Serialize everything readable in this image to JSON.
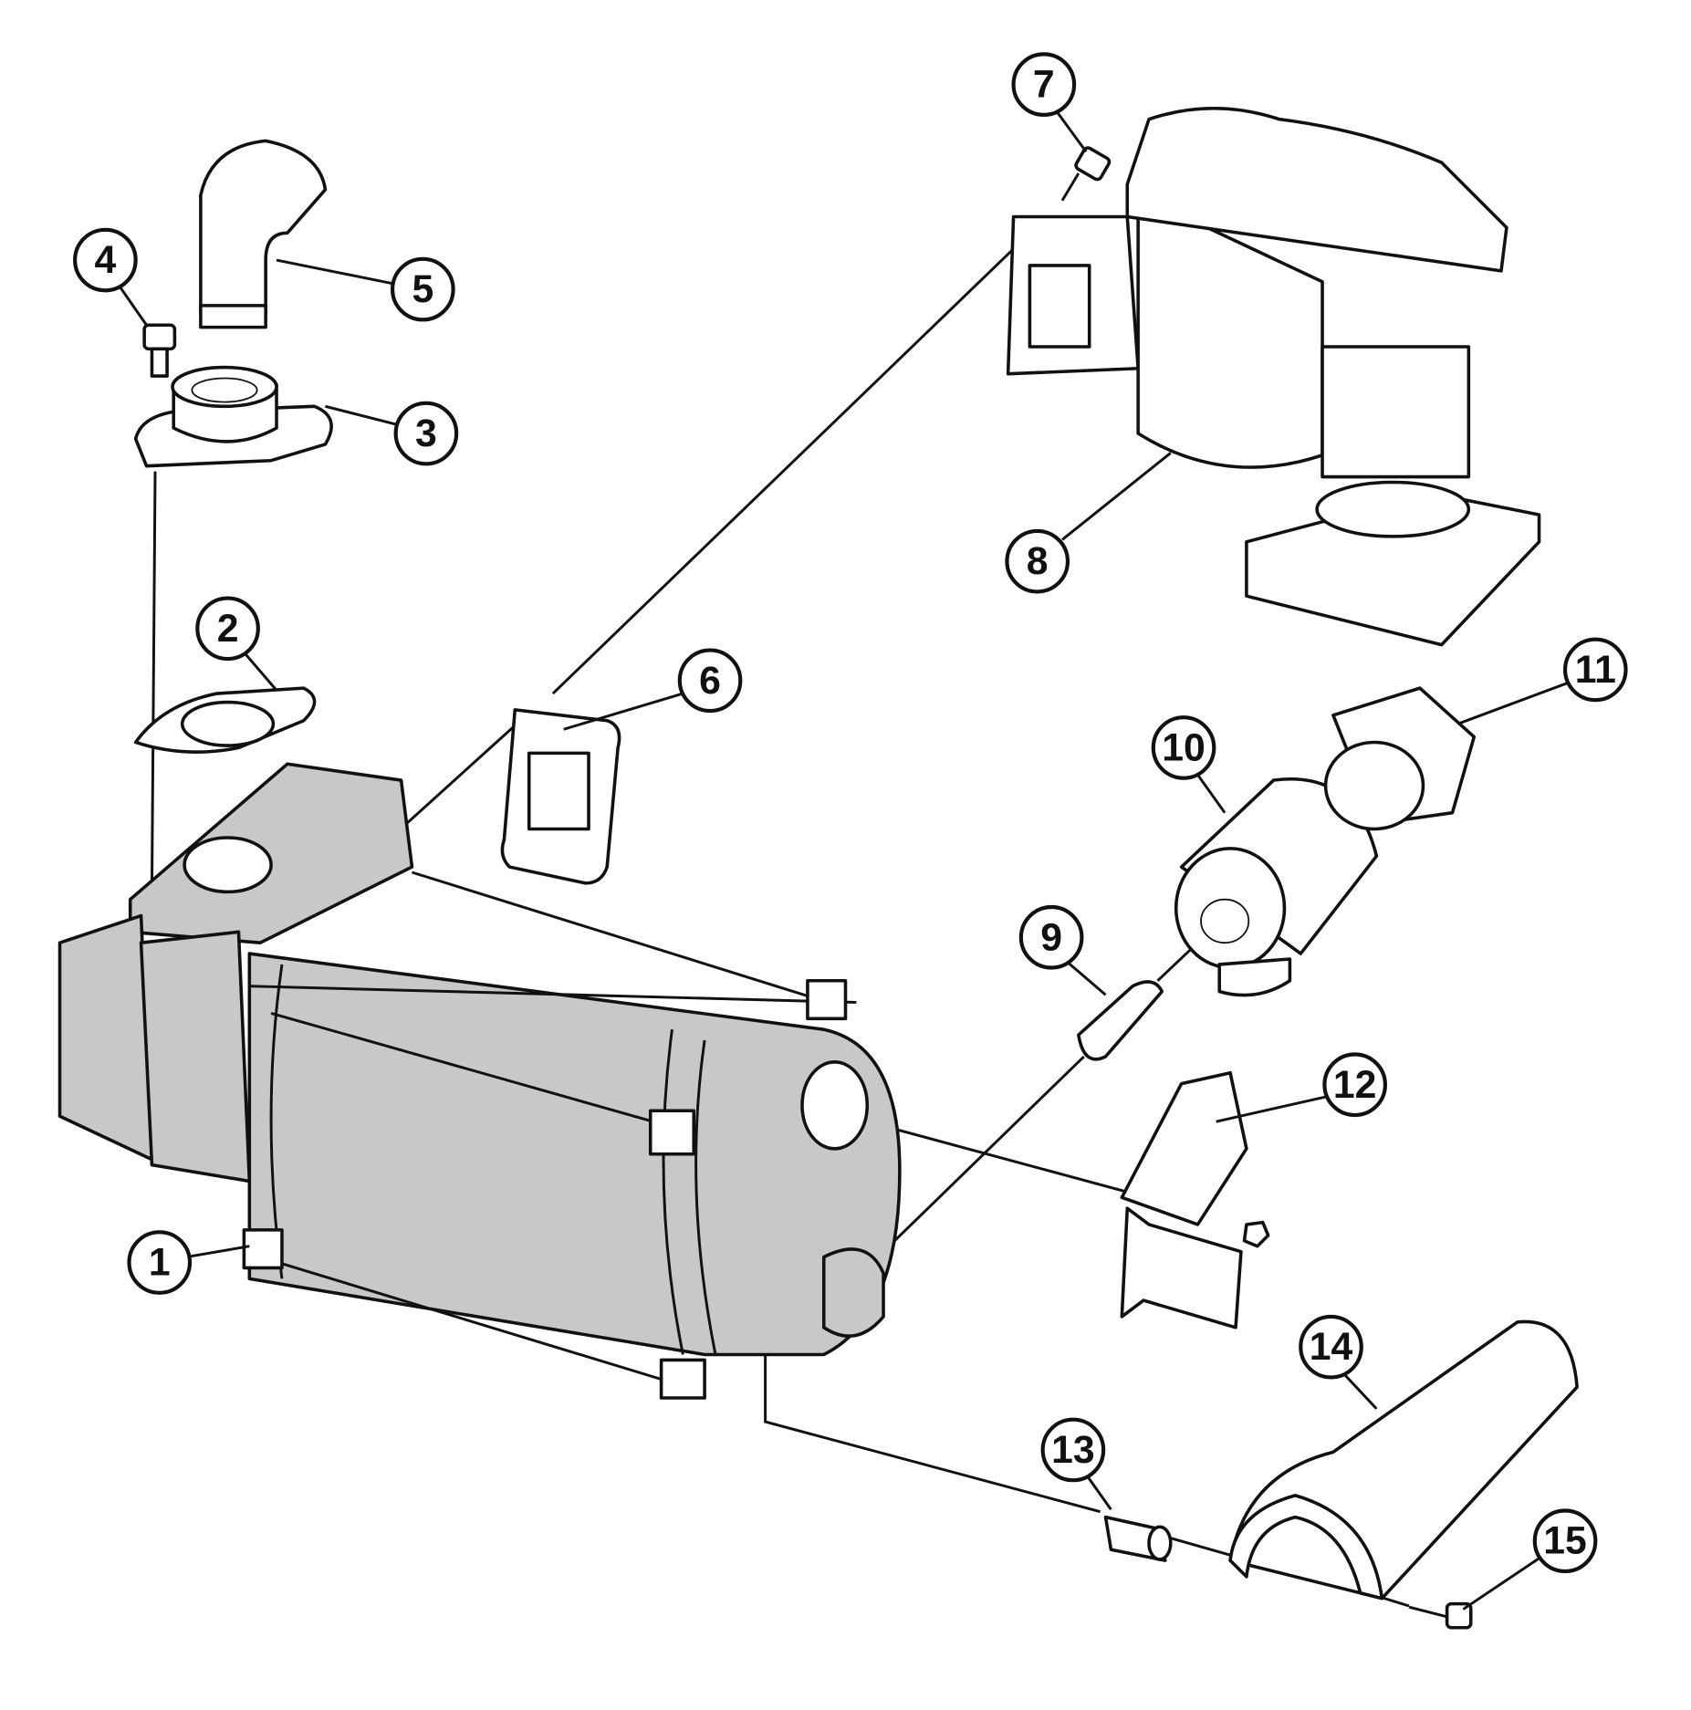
{
  "diagram": {
    "type": "exploded-parts-diagram",
    "callouts": [
      "1",
      "2",
      "3",
      "4",
      "5",
      "6",
      "7",
      "8",
      "9",
      "10",
      "11",
      "12",
      "13",
      "14",
      "15"
    ]
  }
}
